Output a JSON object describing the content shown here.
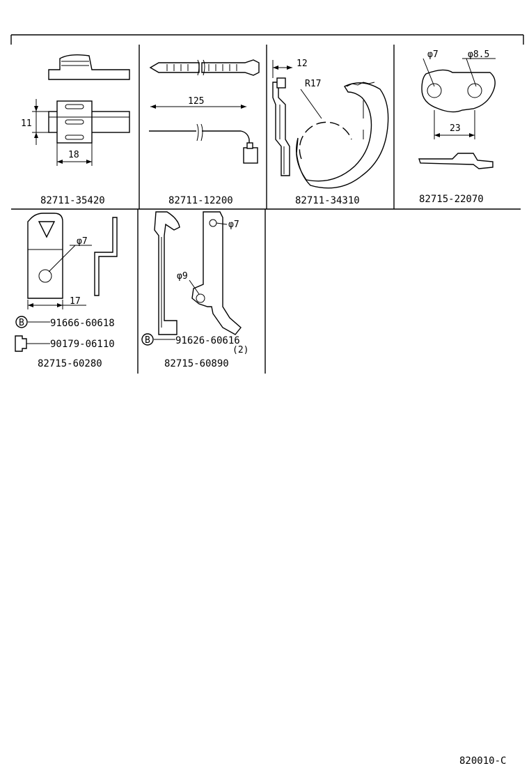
{
  "parts": [
    {
      "number": "82711-35420",
      "dims": [
        "11",
        "18"
      ]
    },
    {
      "number": "82711-12200",
      "dims": [
        "125"
      ]
    },
    {
      "number": "82711-34310",
      "dims": [
        "12",
        "R17"
      ]
    },
    {
      "number": "82715-22070",
      "dims": [
        "φ7",
        "φ8.5",
        "23"
      ]
    },
    {
      "number": "82715-60280",
      "dims": [
        "φ7",
        "17"
      ],
      "fasteners": [
        {
          "symbol": "B",
          "number": "91666-60618"
        },
        {
          "symbol": "",
          "number": "90179-06110"
        }
      ]
    },
    {
      "number": "82715-60890",
      "dims": [
        "φ7",
        "φ9"
      ],
      "fasteners": [
        {
          "symbol": "B",
          "number": "91626-60616",
          "qty": "(2)"
        }
      ]
    }
  ],
  "diagram_code": "820010-C"
}
